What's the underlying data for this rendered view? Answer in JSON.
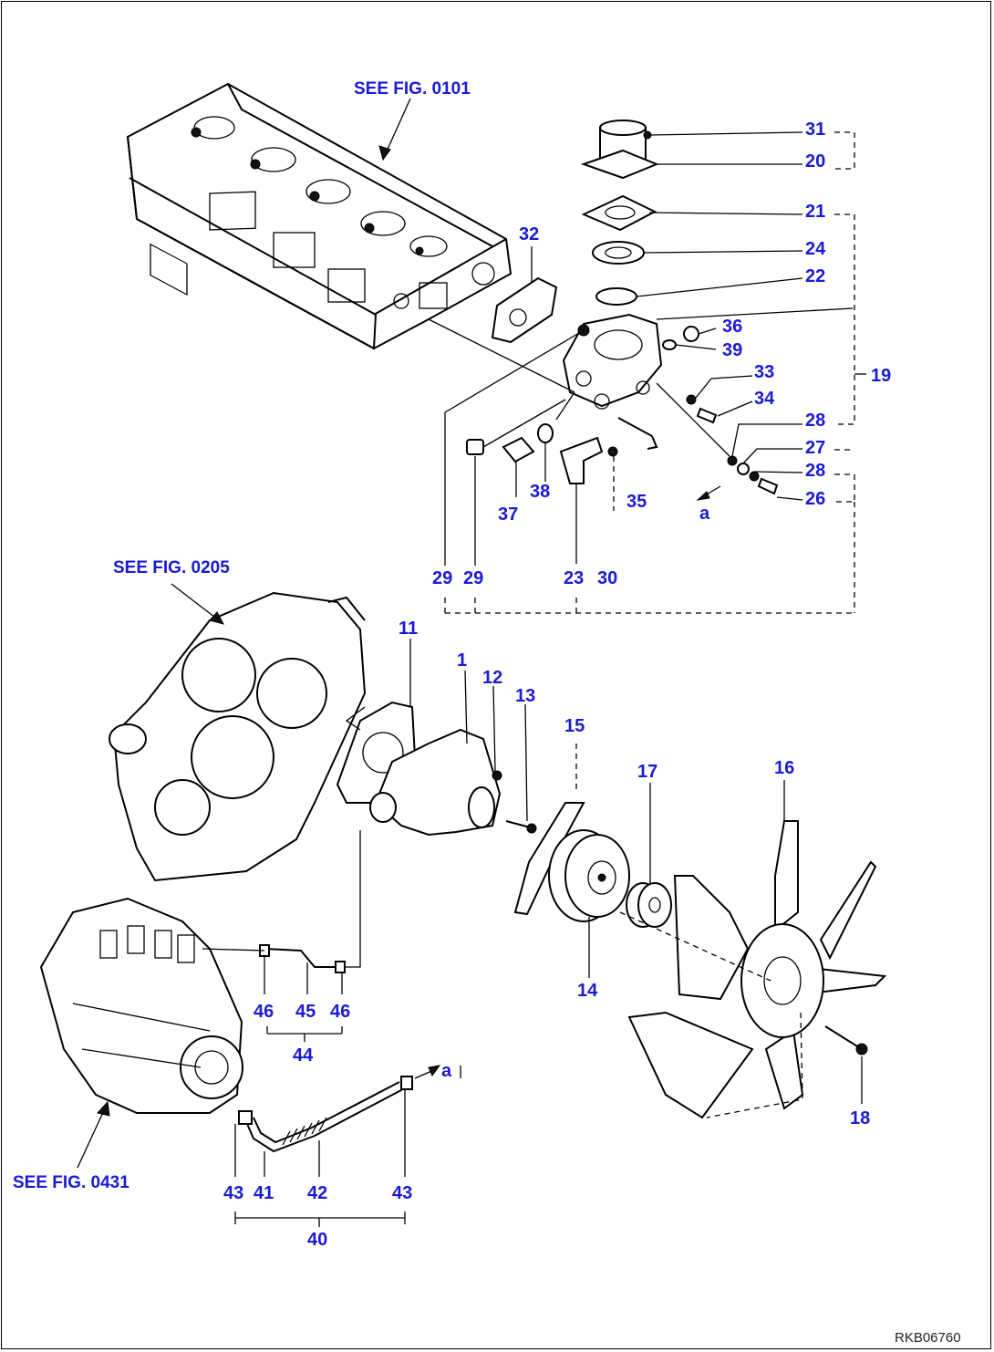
{
  "references": {
    "fig_0101": "SEE FIG. 0101",
    "fig_0205": "SEE FIG. 0205",
    "fig_0431": "SEE FIG. 0431"
  },
  "callouts": {
    "p1": "1",
    "p11": "11",
    "p12": "12",
    "p13": "13",
    "p14": "14",
    "p15": "15",
    "p16": "16",
    "p17": "17",
    "p18": "18",
    "p19": "19",
    "p20": "20",
    "p21": "21",
    "p22": "22",
    "p23": "23",
    "p24": "24",
    "p26": "26",
    "p27": "27",
    "p28a": "28",
    "p28b": "28",
    "p29a": "29",
    "p29b": "29",
    "p30": "30",
    "p31": "31",
    "p32": "32",
    "p33": "33",
    "p34": "34",
    "p35": "35",
    "p36": "36",
    "p37": "37",
    "p38": "38",
    "p39": "39",
    "p40": "40",
    "p41": "41",
    "p42": "42",
    "p43a": "43",
    "p43b": "43",
    "p44": "44",
    "p45": "45",
    "p46a": "46",
    "p46b": "46",
    "a1": "a",
    "a2": "a"
  },
  "drawing_code": "RKB06760",
  "colors": {
    "callout": "#1a1ad6",
    "line": "#000000",
    "background": "#ffffff"
  }
}
